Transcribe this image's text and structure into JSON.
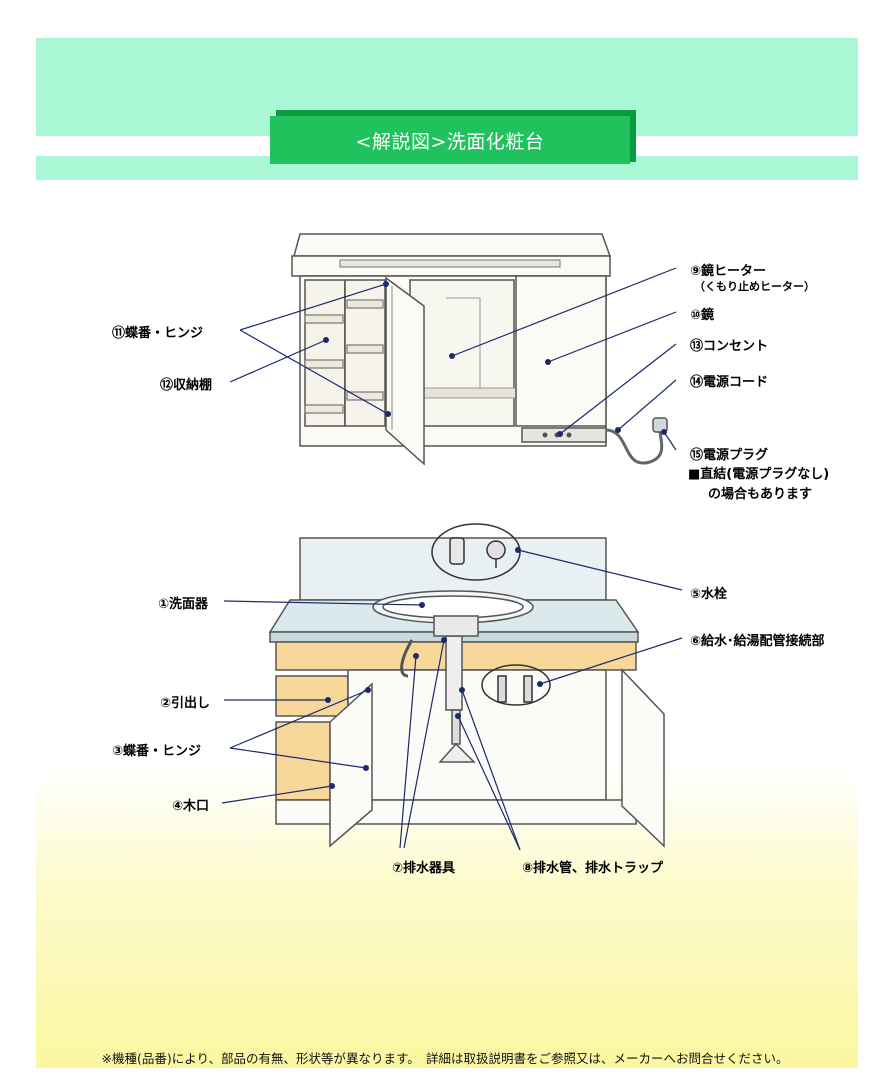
{
  "title": "<解説図>洗面化粧台",
  "labels": {
    "l9": "⑨鏡ヒーター",
    "l9sub": "（くもり止めヒーター）",
    "l10": "⑩鏡",
    "l11": "⑪蝶番・ヒンジ",
    "l12": "⑫収納棚",
    "l13": "⑬コンセント",
    "l14": "⑭電源コード",
    "l15": "⑮電源プラグ",
    "l15a": "■直結(電源プラグなし)",
    "l15b": "の場合もあります",
    "l1": "①洗面器",
    "l2": "②引出し",
    "l3": "③蝶番・ヒンジ",
    "l4": "④木口",
    "l5": "⑤水栓",
    "l6": "⑥給水･給湯配管接続部",
    "l7": "⑦排水器具",
    "l8": "⑧排水管、排水トラップ"
  },
  "footnote": "※機種(品番)により、部品の有無、形状等が異なります。　詳細は取扱説明書をご参照又は、メーカーへお問合せください。",
  "colors": {
    "band": "#a9f7d5",
    "title_bg": "#1fc25c",
    "wood": "#f8d79a",
    "gradient_end": "#fbf7a0"
  }
}
